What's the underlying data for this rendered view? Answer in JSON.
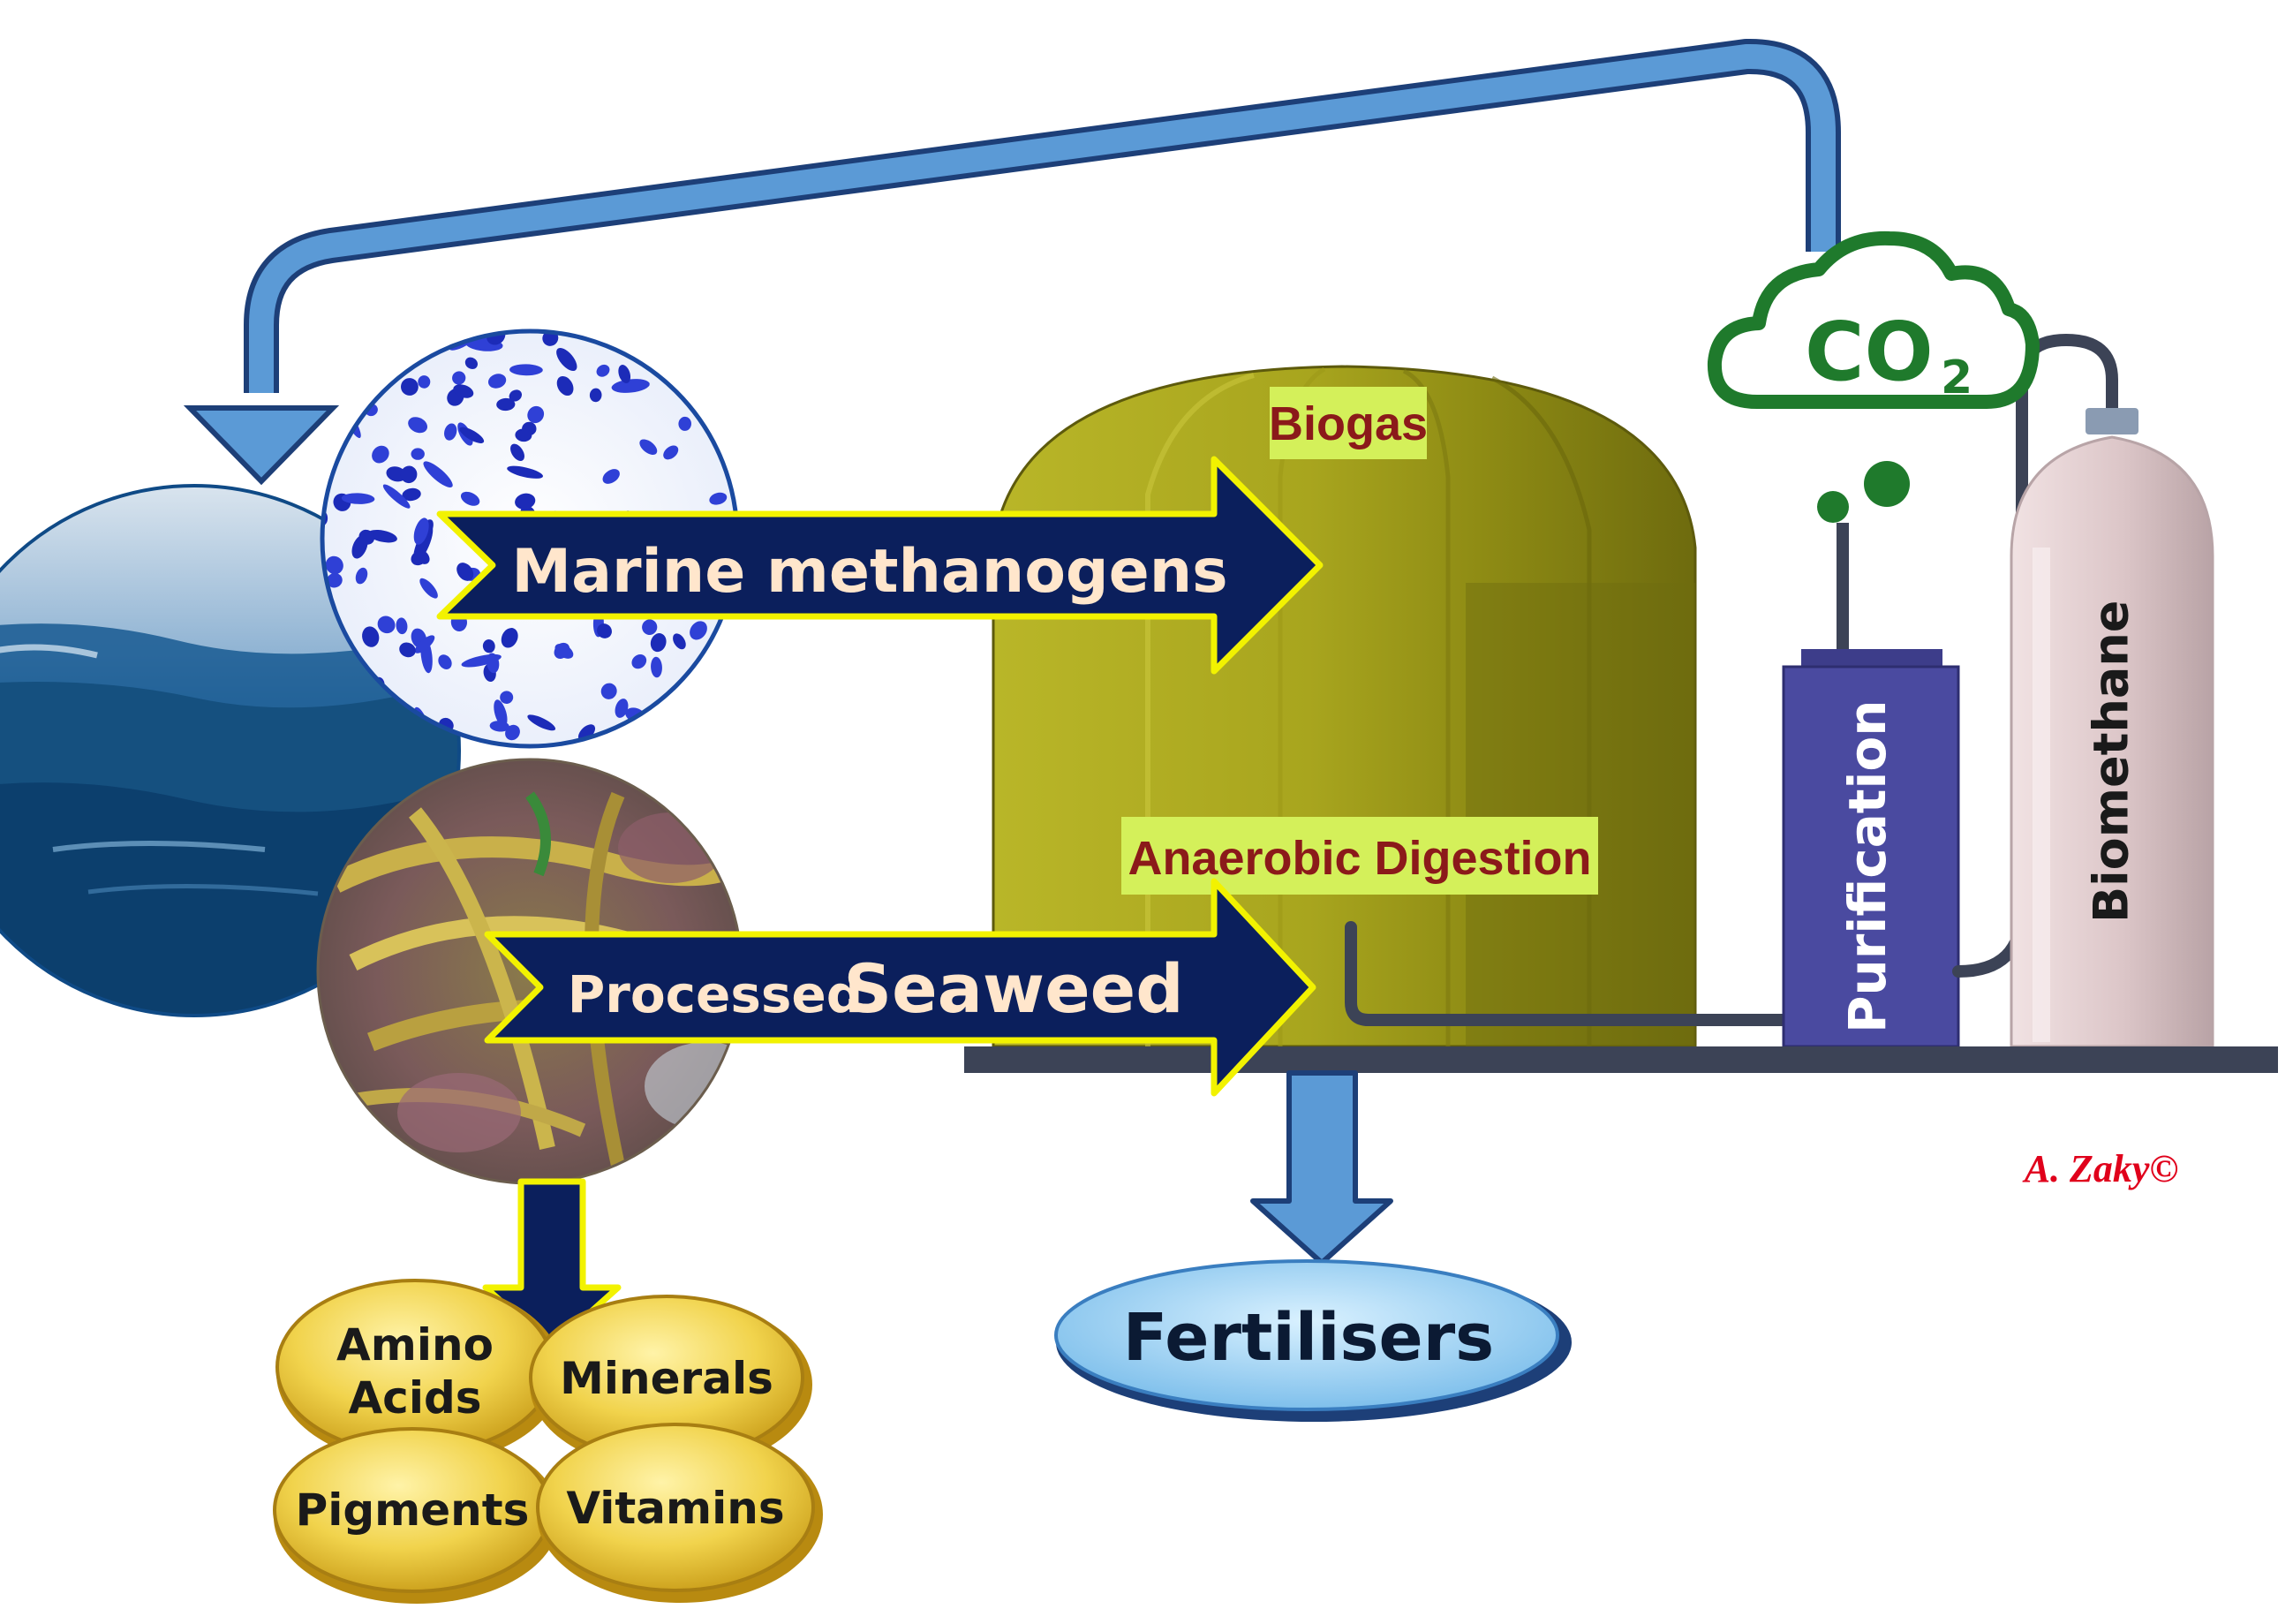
{
  "diagram": {
    "labels": {
      "biogas": "Biogas",
      "anaerobic_digestion": "Anaerobic Digestion",
      "marine_methanogens": "Marine methanogens",
      "processed": "Processed",
      "seaweed": "Seaweed",
      "co2": "CO",
      "co2_subscript": "2",
      "purification": "Purification",
      "biomethane": "Biomethane",
      "fertilisers": "Fertilisers",
      "credit": "A. Zaky©"
    },
    "products": {
      "amino_line1": "Amino",
      "amino_line2": "Acids",
      "minerals": "Minerals",
      "pigments": "Pigments",
      "vitamins": "Vitamins"
    },
    "colors": {
      "flow_arrow_fill": "#0b1f5c",
      "flow_arrow_border": "#f2f200",
      "return_arrow": "#4f8fd0",
      "digester": "#a7a41c",
      "label_highlight": "#d4f05a",
      "label_text": "#8b1a1a",
      "purifier": "#4a4aa0",
      "cylinder": "#dcc6c8",
      "co2_cloud": "#1f7a2c",
      "gold_oval": "#f0d24a",
      "fertiliser_oval": "#9fd6f5",
      "credit": "#e0001b"
    }
  }
}
